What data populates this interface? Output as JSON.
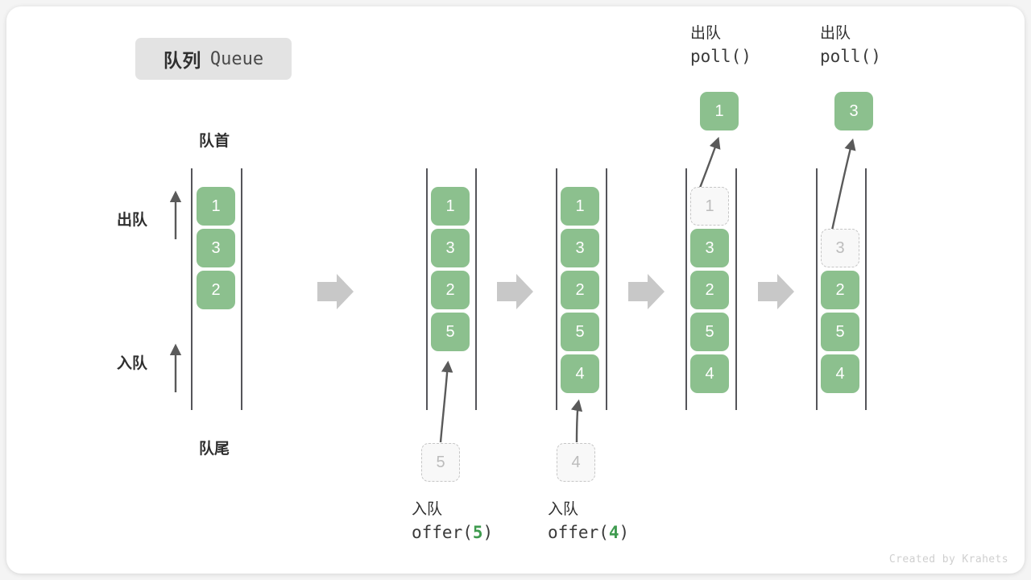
{
  "title": {
    "cn": "队列",
    "en": "Queue"
  },
  "labels": {
    "front": "队首",
    "rear": "队尾",
    "dequeue_side": "出队",
    "enqueue_side": "入队"
  },
  "credit": "Created by Krahets",
  "colors": {
    "cell_fill": "#8cc08e",
    "cell_text": "#ffffff",
    "ghost_fill": "#f8f8f8",
    "ghost_border": "#c6c6c6",
    "ghost_text": "#bcbcbc",
    "rail": "#55555a",
    "arrow": "#5a5a5a",
    "step_arrow": "#c8c8c8",
    "badge_bg": "#e3e3e3",
    "accent_green": "#3f9b4f"
  },
  "steps": [
    {
      "id": "initial",
      "cells": [
        "1",
        "3",
        "2"
      ],
      "ghost_index": -1,
      "caption_cn": "",
      "caption_code": "",
      "caption_arg": "",
      "incoming_ghost": "",
      "popped": ""
    },
    {
      "id": "offer-5",
      "cells": [
        "1",
        "3",
        "2",
        "5"
      ],
      "ghost_index": -1,
      "caption_cn": "入队",
      "caption_code_prefix": "offer(",
      "caption_arg": "5",
      "caption_code_suffix": ")",
      "incoming_ghost": "5",
      "popped": ""
    },
    {
      "id": "offer-4",
      "cells": [
        "1",
        "3",
        "2",
        "5",
        "4"
      ],
      "ghost_index": -1,
      "caption_cn": "入队",
      "caption_code_prefix": "offer(",
      "caption_arg": "4",
      "caption_code_suffix": ")",
      "incoming_ghost": "4",
      "popped": ""
    },
    {
      "id": "poll-1",
      "cells": [
        "1",
        "3",
        "2",
        "5",
        "4"
      ],
      "ghost_index": 0,
      "caption_cn": "出队",
      "caption_code_prefix": "poll(",
      "caption_arg": "",
      "caption_code_suffix": ")",
      "incoming_ghost": "",
      "popped": "1"
    },
    {
      "id": "poll-3",
      "cells": [
        "3",
        "2",
        "5",
        "4"
      ],
      "ghost_index": 0,
      "caption_cn": "出队",
      "caption_code_prefix": "poll(",
      "caption_arg": "",
      "caption_code_suffix": ")",
      "incoming_ghost": "",
      "popped": "3"
    }
  ],
  "cell_values": {
    "c1_0": "1",
    "c1_1": "3",
    "c1_2": "2",
    "c2_0": "1",
    "c2_1": "3",
    "c2_2": "2",
    "c2_3": "5",
    "c3_0": "1",
    "c3_1": "3",
    "c3_2": "2",
    "c3_3": "5",
    "c3_4": "4",
    "c4_0": "1",
    "c4_1": "3",
    "c4_2": "2",
    "c4_3": "5",
    "c4_4": "4",
    "c5_0": "3",
    "c5_1": "2",
    "c5_2": "5",
    "c5_3": "4",
    "ghost2": "5",
    "ghost3": "4",
    "pop4": "1",
    "pop5": "3"
  },
  "captions": {
    "offer5_cn": "入队",
    "offer5_pre": "offer(",
    "offer5_arg": "5",
    "offer5_post": ")",
    "offer4_cn": "入队",
    "offer4_pre": "offer(",
    "offer4_arg": "4",
    "offer4_post": ")",
    "poll1_cn": "出队",
    "poll1_code": "poll()",
    "poll3_cn": "出队",
    "poll3_code": "poll()"
  }
}
